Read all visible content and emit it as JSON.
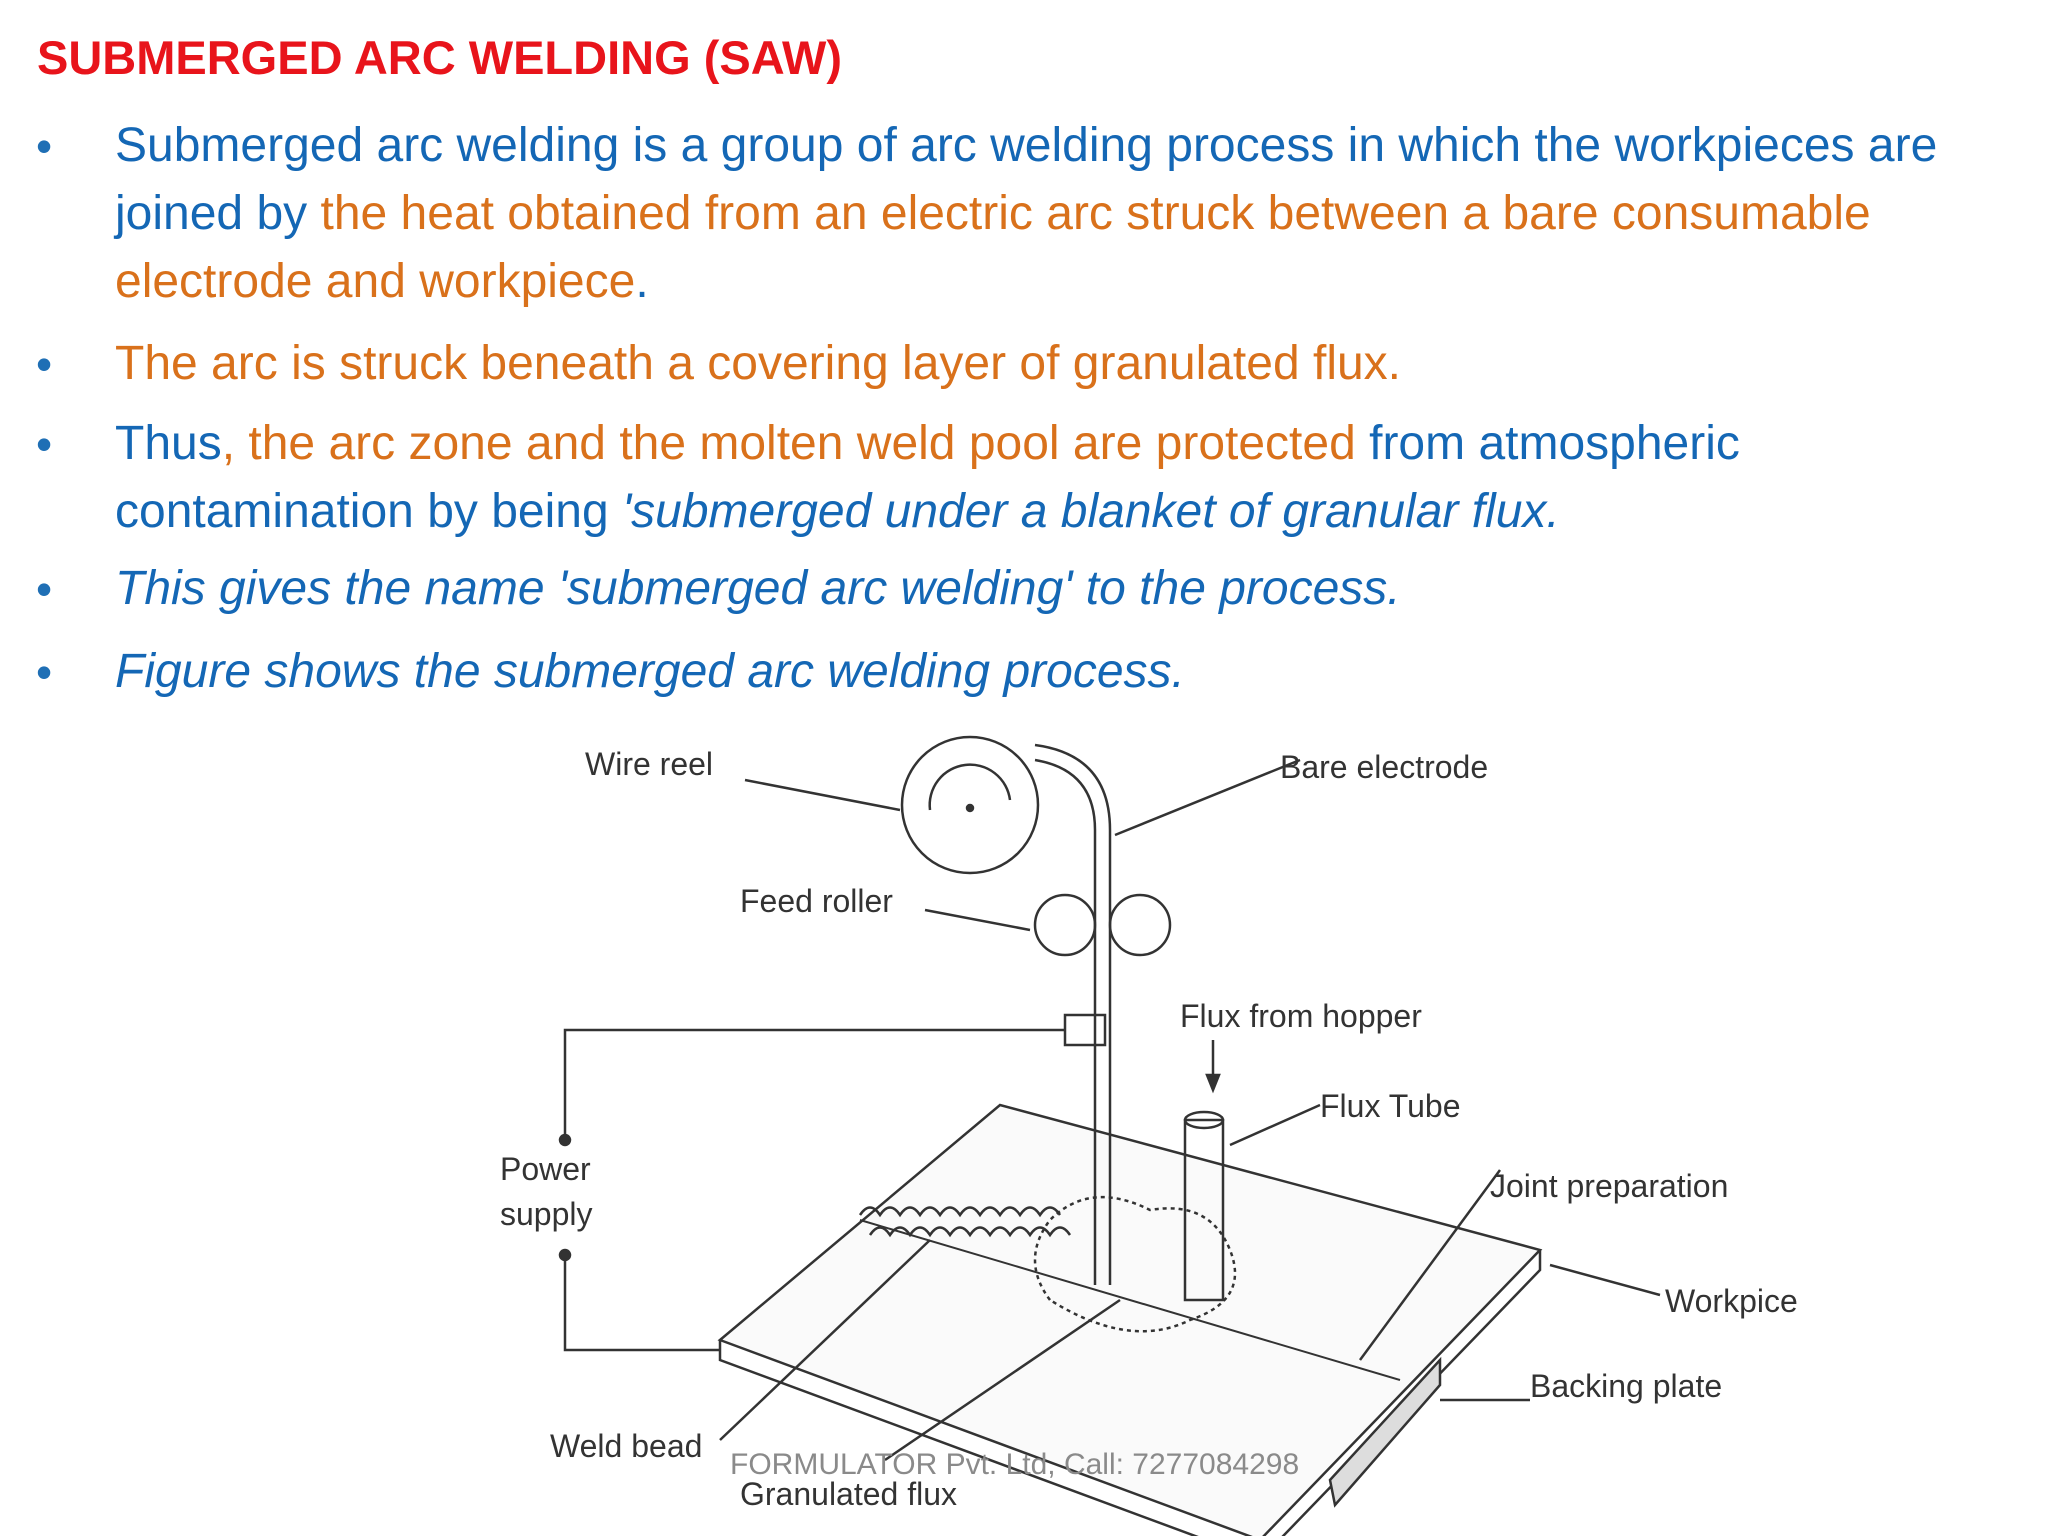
{
  "slide": {
    "title": "SUBMERGED ARC WELDING (SAW)",
    "bullets": [
      {
        "segments": [
          {
            "text": "Submerged arc welding is a group of arc welding process in which the workpieces are joined by ",
            "style": "blue"
          },
          {
            "text": "the heat obtained from an electric arc struck between a bare consumable electrode and workpiece",
            "style": "orange"
          },
          {
            "text": ".",
            "style": "blue"
          }
        ]
      },
      {
        "segments": [
          {
            "text": " The arc is struck beneath a covering layer of granulated flux.",
            "style": "orange"
          }
        ]
      },
      {
        "segments": [
          {
            "text": "Thus",
            "style": "blue"
          },
          {
            "text": ", the arc zone and the molten weld pool are protected ",
            "style": "orange"
          },
          {
            "text": "from atmospheric contamination by being ",
            "style": "blue"
          },
          {
            "text": "'submerged under a blanket of granular flux.",
            "style": "blue-italic"
          }
        ]
      },
      {
        "segments": [
          {
            "text": "This gives the name 'submerged arc welding' to the process.",
            "style": "blue-italic"
          }
        ]
      },
      {
        "segments": [
          {
            "text": "Figure shows the submerged arc welding process.",
            "style": "blue-italic"
          }
        ]
      }
    ],
    "bullet_char": "•"
  },
  "figure": {
    "labels": {
      "wire_reel": "Wire reel",
      "bare_electrode": "Bare electrode",
      "feed_roller": "Feed roller",
      "flux_from_hopper": "Flux from hopper",
      "flux_tube": "Flux Tube",
      "power_supply_1": "Power",
      "power_supply_2": "supply",
      "joint_preparation": "Joint preparation",
      "workpiece": "Workpice",
      "backing_plate": "Backing plate",
      "weld_bead": "Weld bead",
      "granulated_flux": "Granulated flux"
    }
  },
  "footer": {
    "text": "FORMULATOR Pvt. Ltd, Call: 7277084298"
  },
  "colors": {
    "title": "#e8141b",
    "blue": "#1467b5",
    "orange": "#d9711b",
    "figure_line": "#333333"
  }
}
